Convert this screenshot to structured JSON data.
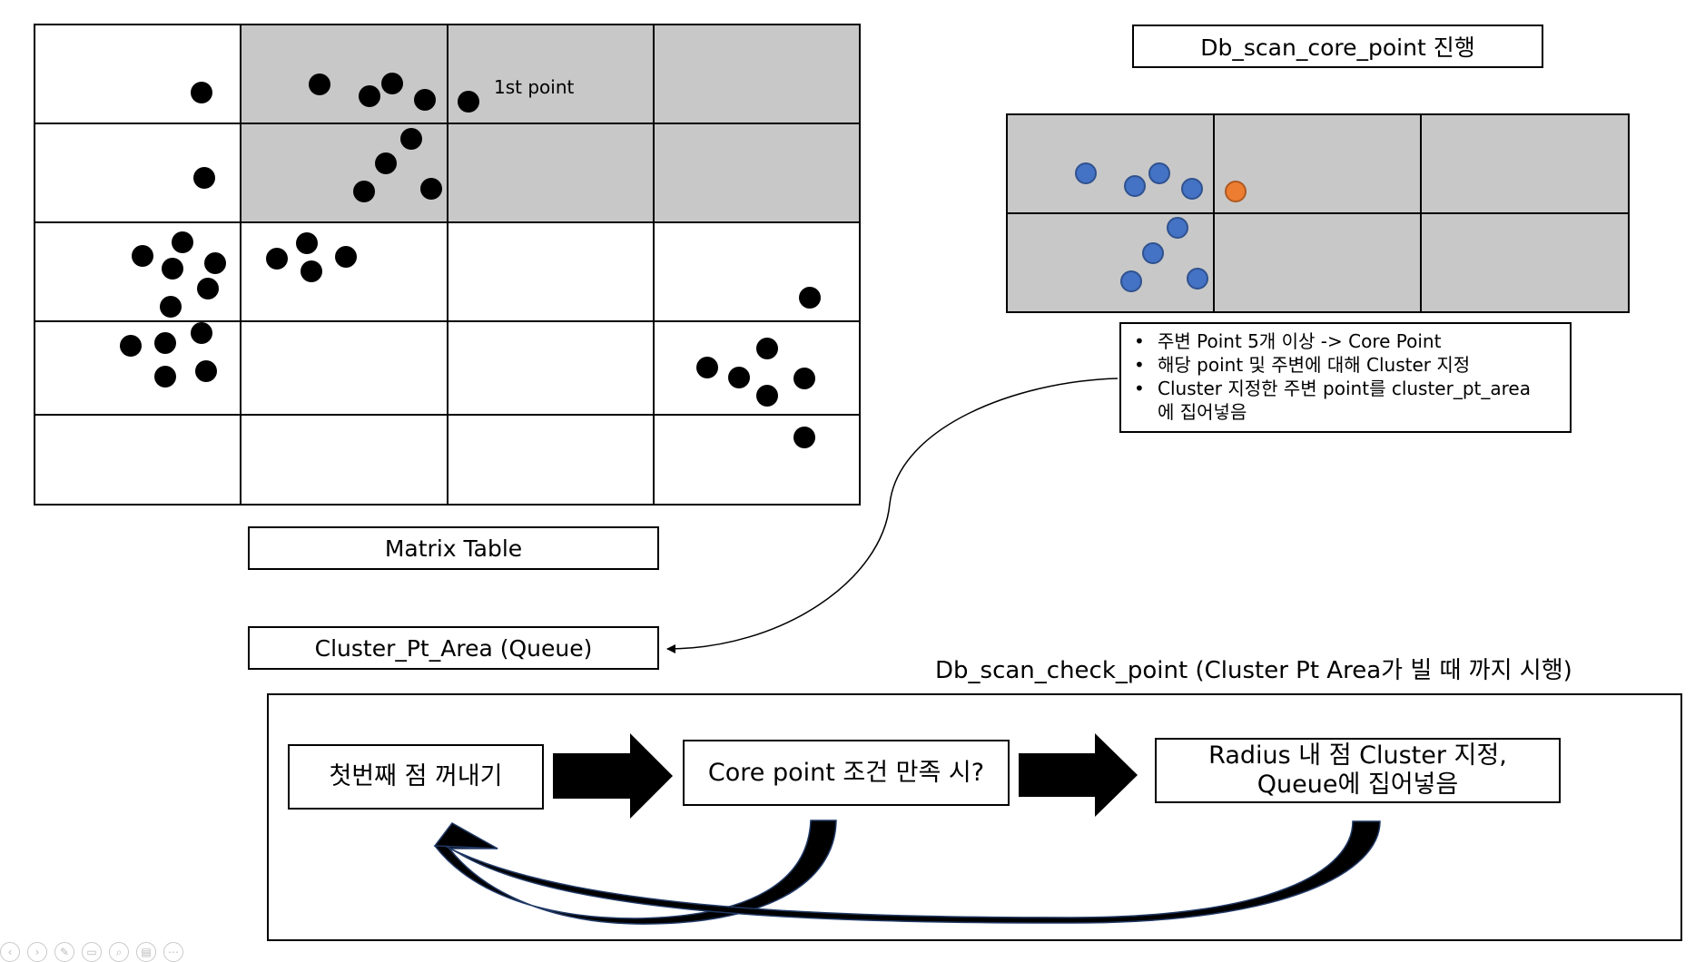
{
  "texts": {
    "first_point_label": "1st point",
    "matrix_table_label": "Matrix Table",
    "cluster_pt_area_label": "Cluster_Pt_Area (Queue)",
    "core_point_title": "Db_scan_core_point 진행",
    "check_point_title": "Db_scan_check_point (Cluster Pt Area가 빌 때 까지 시행)",
    "notes": [
      "주변 Point 5개 이상 -> Core Point",
      "해당 point 및 주변에 대해 Cluster 지정",
      "Cluster 지정한 주변 point를 cluster_pt_area",
      "에 집어넣음"
    ],
    "flow_step_1": "첫번째 점 꺼내기",
    "flow_step_2": "Core point 조건 만족 시?",
    "flow_step_3_line1": "Radius 내 점 Cluster 지정,",
    "flow_step_3_line2": "Queue에 집어넣음"
  },
  "colors": {
    "grid_line": "#000000",
    "shaded_cell": "#c8c8c8",
    "point_black": "#000000",
    "point_blue": "#4472c4",
    "point_blue_outline": "#2f528f",
    "point_orange": "#ed7d31",
    "point_orange_outline": "#ae5a21",
    "feedback_arrow_outline": "#203864"
  },
  "toolbar_icons": [
    "back-icon",
    "forward-icon",
    "pen-icon",
    "eraser-icon",
    "zoom-icon",
    "slides-icon",
    "more-icon"
  ]
}
